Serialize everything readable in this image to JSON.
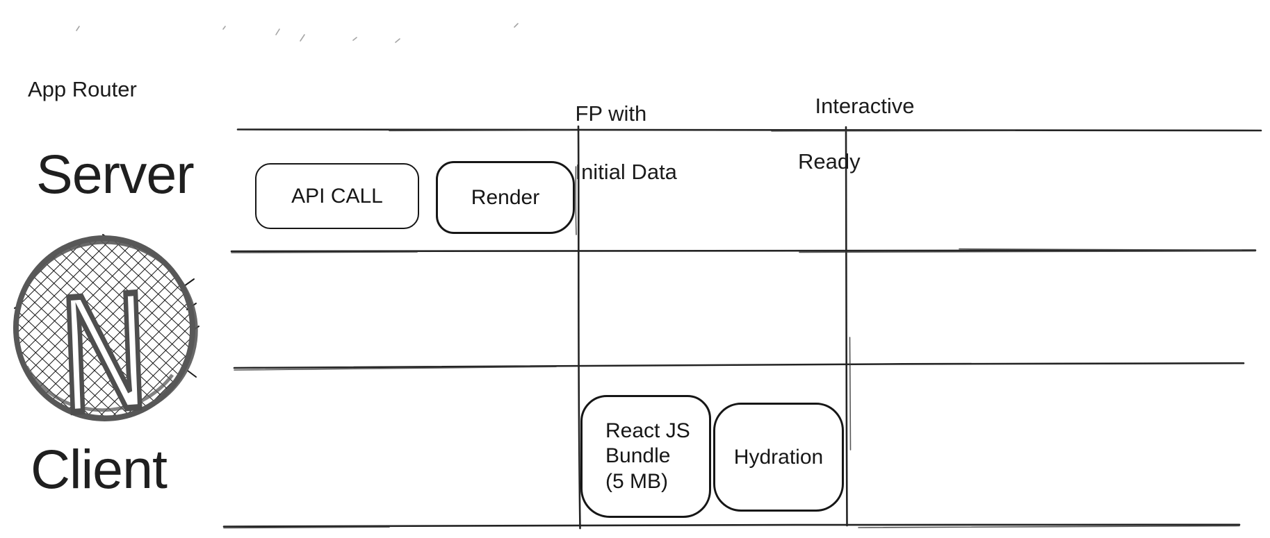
{
  "labels": {
    "app_router": "App Router",
    "server": "Server",
    "client": "Client"
  },
  "milestones": [
    {
      "line1": "FP with",
      "line2": "Initial Data"
    },
    {
      "line1": "Interactive",
      "line2": "Ready"
    }
  ],
  "boxes": {
    "api_call": "API CALL",
    "render": "Render",
    "bundle_line1": "React JS",
    "bundle_line2": "Bundle",
    "bundle_line3": "(5 MB)",
    "hydration": "Hydration"
  },
  "logo": {
    "icon": "nextjs-logo",
    "letter": "N"
  },
  "colors": {
    "background": "#ffffff",
    "ink": "#1a1a1a",
    "line": "#242424",
    "box_border": "#161616",
    "logo_gray": "#565656",
    "hatch": "#111111"
  }
}
